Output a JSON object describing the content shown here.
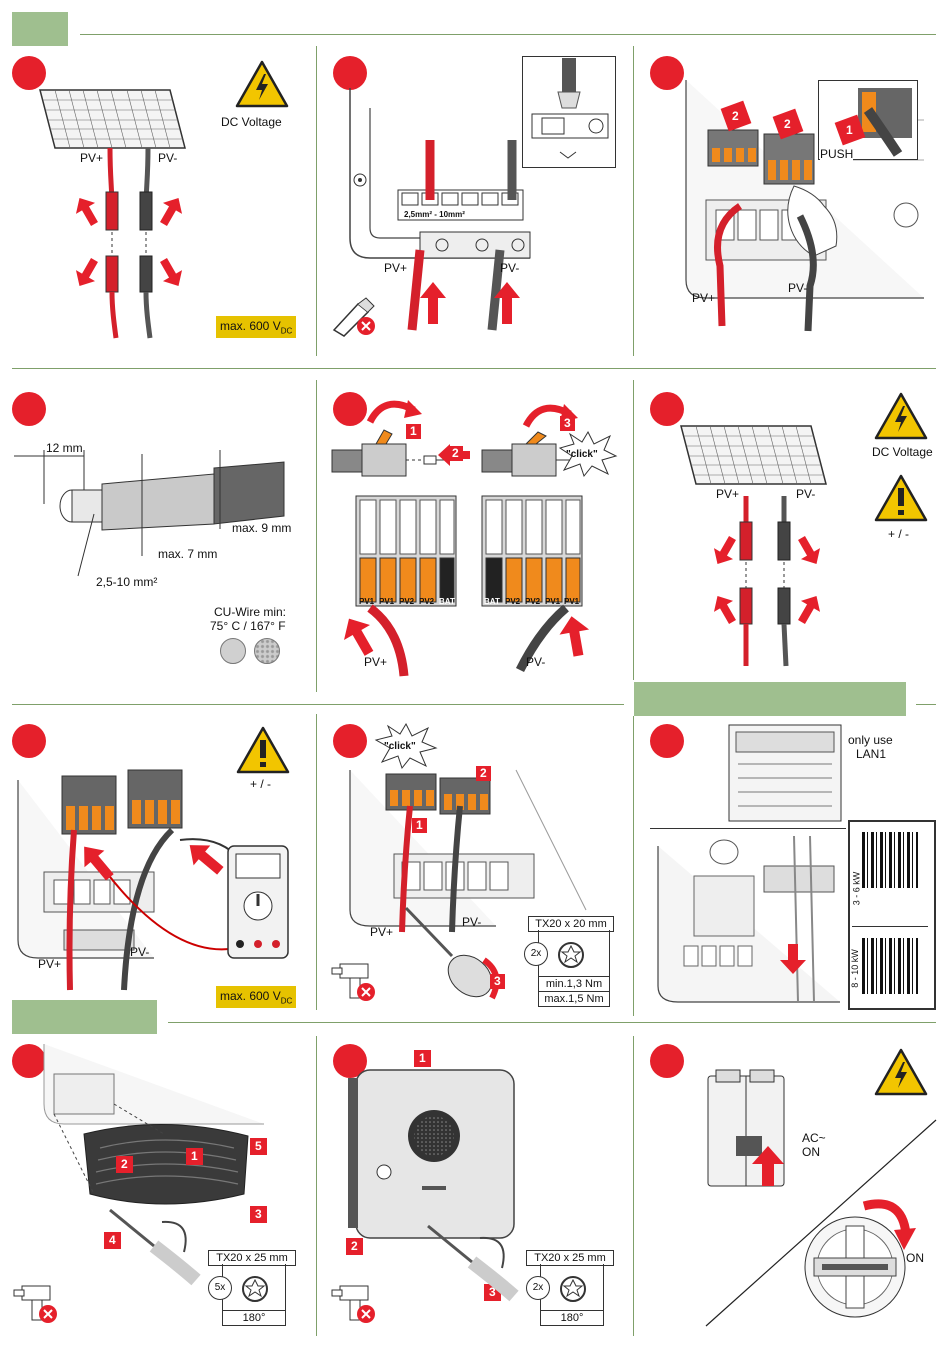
{
  "colors": {
    "accent_red": "#e5202b",
    "section_green": "#9fbf8f",
    "warning_yellow": "#e6c200",
    "cable_red": "#d4202b",
    "cable_grey": "#555555",
    "connector_orange": "#f08a1c"
  },
  "panel1": {
    "pv_plus": "PV+",
    "pv_minus": "PV-",
    "warning": "DC Voltage",
    "max_voltage": "max. 600 V",
    "max_voltage_sub": "DC"
  },
  "panel2": {
    "pv_plus": "PV+",
    "pv_minus": "PV-",
    "terminal_label": "2,5mm² - 10mm²"
  },
  "panel3": {
    "push": "PUSH",
    "pv_plus": "PV+",
    "pv_minus": "PV-",
    "badge1": "1",
    "badge2a": "2",
    "badge2b": "2"
  },
  "panel4": {
    "dim1": "12 mm",
    "dim2": "max. 9 mm",
    "dim3": "max. 7 mm",
    "dim4": "2,5-10 mm²",
    "wire_note1": "CU-Wire min:",
    "wire_note2": "75° C / 167° F"
  },
  "panel5": {
    "badge1": "1",
    "badge2": "2",
    "badge3": "3",
    "click": "\"click\"",
    "pv_plus": "PV+",
    "pv_minus": "PV-",
    "terminals_left": [
      "PV1",
      "PV1",
      "PV2",
      "PV2",
      "BAT"
    ],
    "terminals_right": [
      "BAT",
      "PV2",
      "PV2",
      "PV1",
      "PV1"
    ]
  },
  "panel6": {
    "pv_plus": "PV+",
    "pv_minus": "PV-",
    "warning": "DC Voltage",
    "polarity": "+ / -"
  },
  "panel7": {
    "pv_plus": "PV+",
    "pv_minus": "PV-",
    "polarity": "+ / -",
    "max_voltage": "max. 600 V",
    "max_voltage_sub": "DC"
  },
  "panel8": {
    "click": "\"click\"",
    "badge1": "1",
    "badge2": "2",
    "badge3": "3",
    "pv_plus": "PV+",
    "pv_minus": "PV-",
    "tool": "TX20 x 20 mm",
    "count": "2x",
    "torque_min": "min.1,3 Nm",
    "torque_max": "max.1,5 Nm"
  },
  "panel9": {
    "lan_note1": "only use",
    "lan_note2": "LAN1",
    "qr1_label": "3 - 6 kW",
    "qr2_label": "8 - 10 kW"
  },
  "panel10": {
    "badges": [
      "1",
      "2",
      "3",
      "4",
      "5"
    ],
    "tool": "TX20 x 25 mm",
    "count": "5x",
    "angle": "180°"
  },
  "panel11": {
    "badges": [
      "1",
      "2",
      "3"
    ],
    "tool": "TX20 x 25 mm",
    "count": "2x",
    "angle": "180°"
  },
  "panel12": {
    "ac_on1": "AC~",
    "ac_on2": "ON",
    "switch_on": "ON"
  }
}
